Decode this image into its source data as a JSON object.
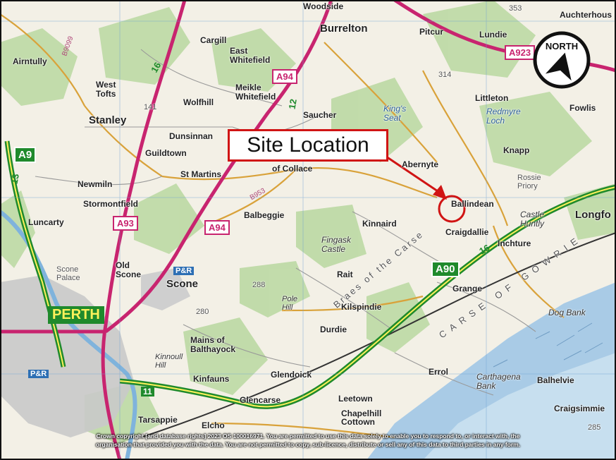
{
  "callout": {
    "text": "Site Location"
  },
  "north_arrow": {
    "label": "NORTH"
  },
  "city": {
    "label": "PERTH"
  },
  "roads": {
    "a9": "A9",
    "a923": "A923",
    "a94_north": "A94",
    "a94_south": "A94",
    "a93": "A93",
    "a90": "A90",
    "b953": "B953",
    "b9099": "B9099",
    "r16_north": "16",
    "r16_east": "16",
    "r13": "13",
    "r11": "11",
    "r12": "12",
    "p_r_scone": "P&R",
    "p_r_perth": "P&R"
  },
  "places": {
    "airntully": "Airntully",
    "cargill": "Cargill",
    "east_whitefield": "East\nWhitefield",
    "burrelton": "Burrelton",
    "woodside": "Woodside",
    "pitcur": "Pitcur",
    "lundie": "Lundie",
    "auchterhouse": "Auchterhous",
    "west_tofts": "West\nTofts",
    "stanley": "Stanley",
    "wolfhill": "Wolfhill",
    "meikle_whitefield": "Meikle\nWhitefield",
    "saucher": "Saucher",
    "kings_seat": "King's\nSeat",
    "littleton": "Littleton",
    "redmyre_loch": "Redmyre\nLoch",
    "fowlis": "Fowlis",
    "dunsinnan": "Dunsinnan",
    "guildtown": "Guildtown",
    "knapp": "Knapp",
    "abernyte": "Abernyte",
    "rossie_priory": "Rossie\nPriory",
    "newmiln": "Newmiln",
    "st_martins": "St Martins",
    "of_collace": "of Collace",
    "ballindean": "Ballindean",
    "stormontfield": "Stormontfield",
    "balbeggie": "Balbeggie",
    "castle_huntly": "Castle\nHuntly",
    "longforgan": "Longfo",
    "luncarty": "Luncarty",
    "kinnaird": "Kinnaird",
    "craigdallie": "Craigdallie",
    "inchture": "Inchture",
    "fingask_castle": "Fingask\nCastle",
    "scone_palace": "Scone\nPalace",
    "old_scone": "Old\nScone",
    "scone": "Scone",
    "rait": "Rait",
    "grange": "Grange",
    "pole_hill": "Pole\nHill",
    "kilspindie": "Kilspindie",
    "dog_bank": "Dog Bank",
    "durdie": "Durdie",
    "mains_of_balthayock": "Mains of\nBalthayock",
    "kinnoull_hill": "Kinnoull\nHill",
    "kinfauns": "Kinfauns",
    "glendoick": "Glendoick",
    "errol": "Errol",
    "carthagena_bank": "Carthagena\nBank",
    "balhelvie": "Balhelvie",
    "glencarse": "Glencarse",
    "leetown": "Leetown",
    "craigsimmie": "Craigsimmie",
    "chapelhill_cottown": "Chapelhill\nCottown",
    "tarsappie": "Tarsappie",
    "elcho": "Elcho",
    "hill_288": "288",
    "hill_280": "280",
    "hill_314": "314",
    "hill_141": "141",
    "hill_353": "353",
    "hill_285": "285",
    "carse_of_gowrie": "CARSE OF GOWRIE",
    "braes_of_the_carse": "Braes of the Carse"
  },
  "copyright": {
    "line1": "Crown copyright [and database rights] 2023 OS 100016971. You are permitted to use this data solely to enable you to respond to, or interact with, the",
    "line2": "organisation that provided you with the data. You are not permitted to copy, sub-licence, distribute or sell any of this data to third parties in any form."
  },
  "colors": {
    "callout_border": "#d01414",
    "primary_road": "#1f8a2c",
    "a_road": "#c8246f",
    "b_road": "#d9a23a",
    "woodland": "#b9d8a0",
    "water": "#a9cbe6",
    "urban": "#c9c9c9",
    "background": "#f3f0e6"
  }
}
